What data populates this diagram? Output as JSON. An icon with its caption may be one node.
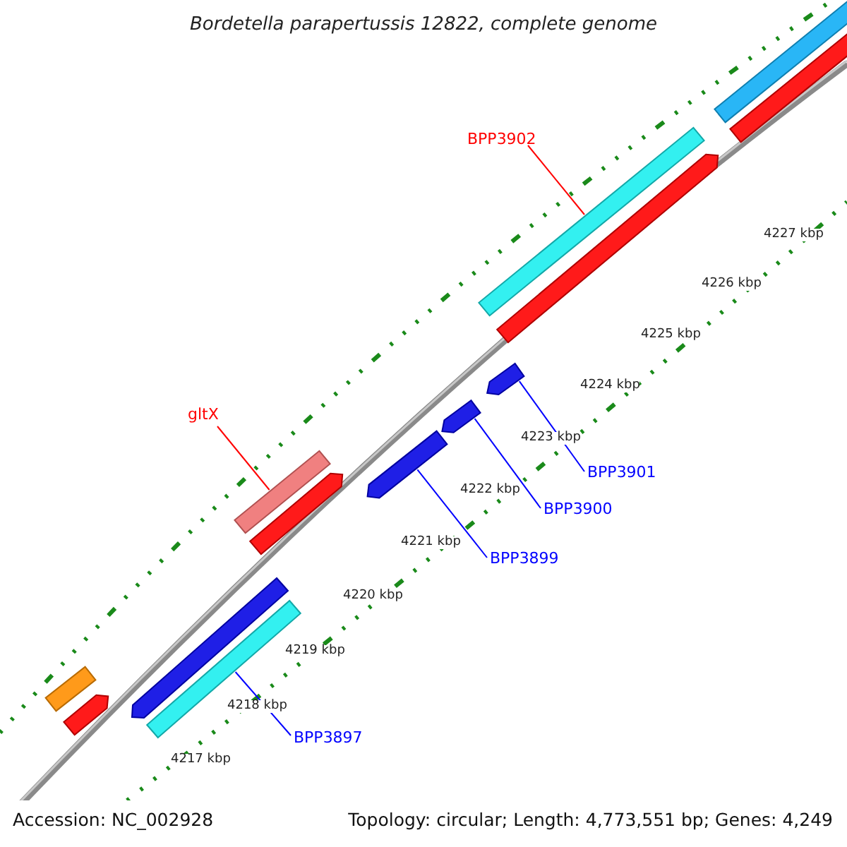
{
  "diagram": {
    "title": "Bordetella parapertussis 12822, complete genome",
    "nodes": [
      {
        "text": [
          "BPP3902"
        ]
      },
      {
        "text": [],
        "shape": "bar"
      },
      {
        "text": [
          "gltX"
        ]
      },
      {
        "text": [],
        "shape": "bar"
      },
      {
        "text": [
          "BPP3901"
        ]
      },
      {
        "text": [],
        "shape": "bar"
      },
      {
        "text": [
          "BPP3900"
        ]
      },
      {
        "text": [],
        "shape": "bar"
      },
      {
        "text": [
          "BPP3899"
        ]
      },
      {
        "text": [],
        "shape": "bar"
      },
      {
        "text": [
          "BPP3897"
        ]
      },
      {
        "text": [],
        "shape": "bar"
      },
      {
        "text": [],
        "shape": "bar"
      },
      {
        "text": [],
        "shape": "bar"
      },
      {
        "text": [],
        "shape": "bar"
      },
      {
        "text": [],
        "shape": "bar"
      },
      {
        "text": [],
        "shape": "bar"
      },
      {
        "text": [],
        "shape": "bar"
      },
      {
        "text": [],
        "shape": "bar"
      }
    ],
    "edges": [
      {
        "from": 0,
        "to": 1,
        "arrow": "none",
        "color": "#ff0000"
      },
      {
        "from": 2,
        "to": 3,
        "arrow": "none",
        "color": "#ff0000"
      },
      {
        "from": 4,
        "to": 5,
        "arrow": "none"
      },
      {
        "from": 6,
        "to": 7,
        "arrow": "none"
      },
      {
        "from": 8,
        "to": 9,
        "arrow": "none"
      },
      {
        "from": 10,
        "to": 11,
        "arrow": "none"
      }
    ],
    "labels": [
      "4227 kbp",
      "4226 kbp",
      "4225 kbp",
      "4224 kbp",
      "4223 kbp",
      "4222 kbp",
      "4221 kbp",
      "4220 kbp",
      "4219 kbp",
      "4218 kbp",
      "4217 kbp",
      "Accession: NC_002928",
      "Topology: circular; Length: 4,773,551 bp; Genes: 4,249"
    ]
  }
}
